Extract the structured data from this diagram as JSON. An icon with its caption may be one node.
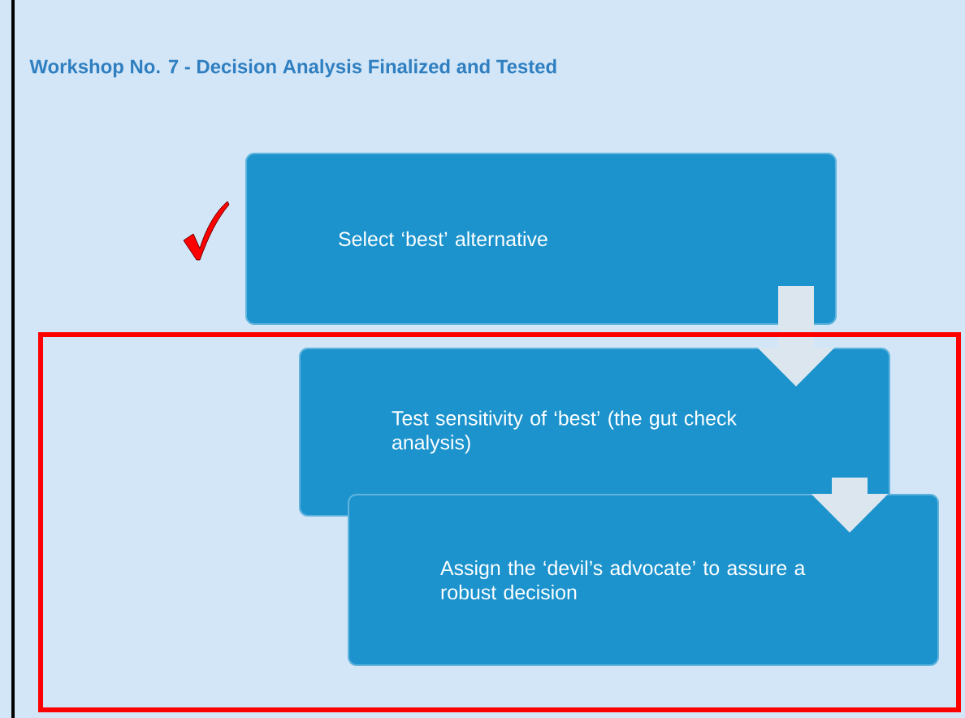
{
  "diagram": {
    "title": "Workshop No. 7 - Decision Analysis Finalized and Tested",
    "nodes": [
      {
        "text": [
          "Select ‘best’ alternative"
        ]
      },
      {
        "text": [
          "Test sensitivity of ‘best’ (the gut check analysis)"
        ]
      },
      {
        "text": [
          "Assign the ‘devil’s advocate’ to assure a robust decision"
        ]
      }
    ],
    "edges": [
      {
        "from": 0,
        "to": 1,
        "arrow": "to"
      },
      {
        "from": 1,
        "to": 2,
        "arrow": "to"
      }
    ]
  }
}
